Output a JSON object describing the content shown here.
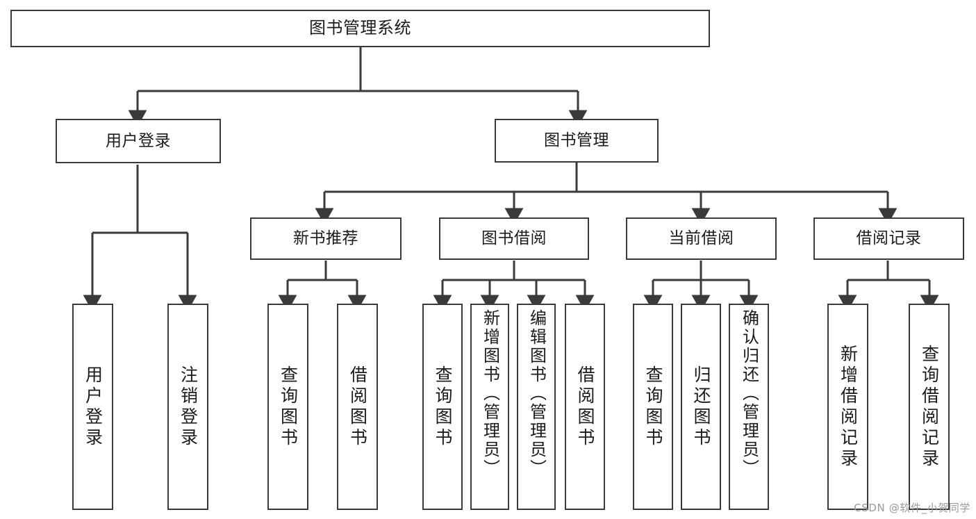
{
  "diagram": {
    "title": "图书管理系统",
    "watermark": "CSDN @软件_小贺同学",
    "colors": {
      "stroke": "#3a3a3a",
      "fill": "#ffffff",
      "text": "#1b1b1b",
      "watermark": "#9a9a9a"
    },
    "root": {
      "label": "图书管理系统"
    },
    "level2": [
      {
        "label": "用户登录"
      },
      {
        "label": "图书管理"
      }
    ],
    "level3": [
      {
        "label": "新书推荐"
      },
      {
        "label": "图书借阅"
      },
      {
        "label": "当前借阅"
      },
      {
        "label": "借阅记录"
      }
    ],
    "leaves": {
      "user_login": [
        {
          "label": "用户登录"
        },
        {
          "label": "注销登录"
        }
      ],
      "new_book_recommend": [
        {
          "label": "查询图书"
        },
        {
          "label": "借阅图书"
        }
      ],
      "book_borrow": [
        {
          "label": "查询图书"
        },
        {
          "label": "新增图书（管理员）"
        },
        {
          "label": "编辑图书（管理员）"
        },
        {
          "label": "借阅图书"
        }
      ],
      "current_borrow": [
        {
          "label": "查询图书"
        },
        {
          "label": "归还图书"
        },
        {
          "label": "确认归还（管理员）"
        }
      ],
      "borrow_record": [
        {
          "label": "新增借阅记录"
        },
        {
          "label": "查询借阅记录"
        }
      ]
    }
  }
}
